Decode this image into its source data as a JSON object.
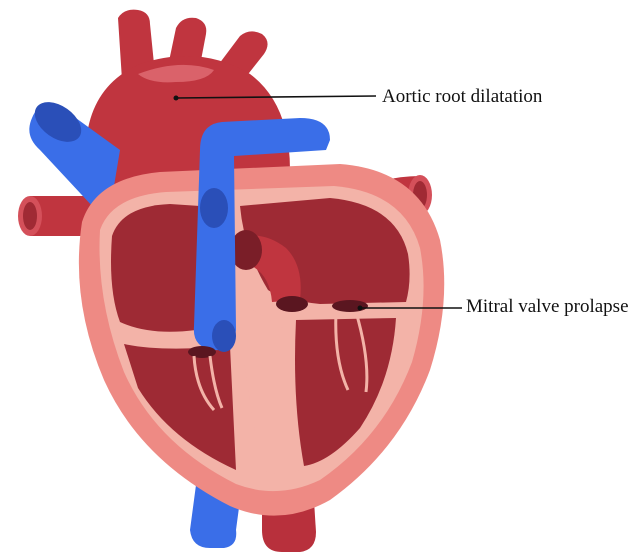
{
  "annotations": [
    {
      "id": "aortic-root",
      "text": "Aortic root dilatation"
    },
    {
      "id": "mitral-valve",
      "text": "Mitral valve prolapse"
    }
  ],
  "colors": {
    "background": "#ffffff",
    "artery_red": "#c0353f",
    "artery_dark": "#a02a34",
    "vein_blue": "#3a6ee8",
    "vein_dark": "#2a4fb8",
    "outer_pink": "#ee8a84",
    "wall_light": "#f3b3a8",
    "chamber_dark": "#9e2a34",
    "chamber_mid": "#b8414a",
    "leader_line": "#111111"
  }
}
